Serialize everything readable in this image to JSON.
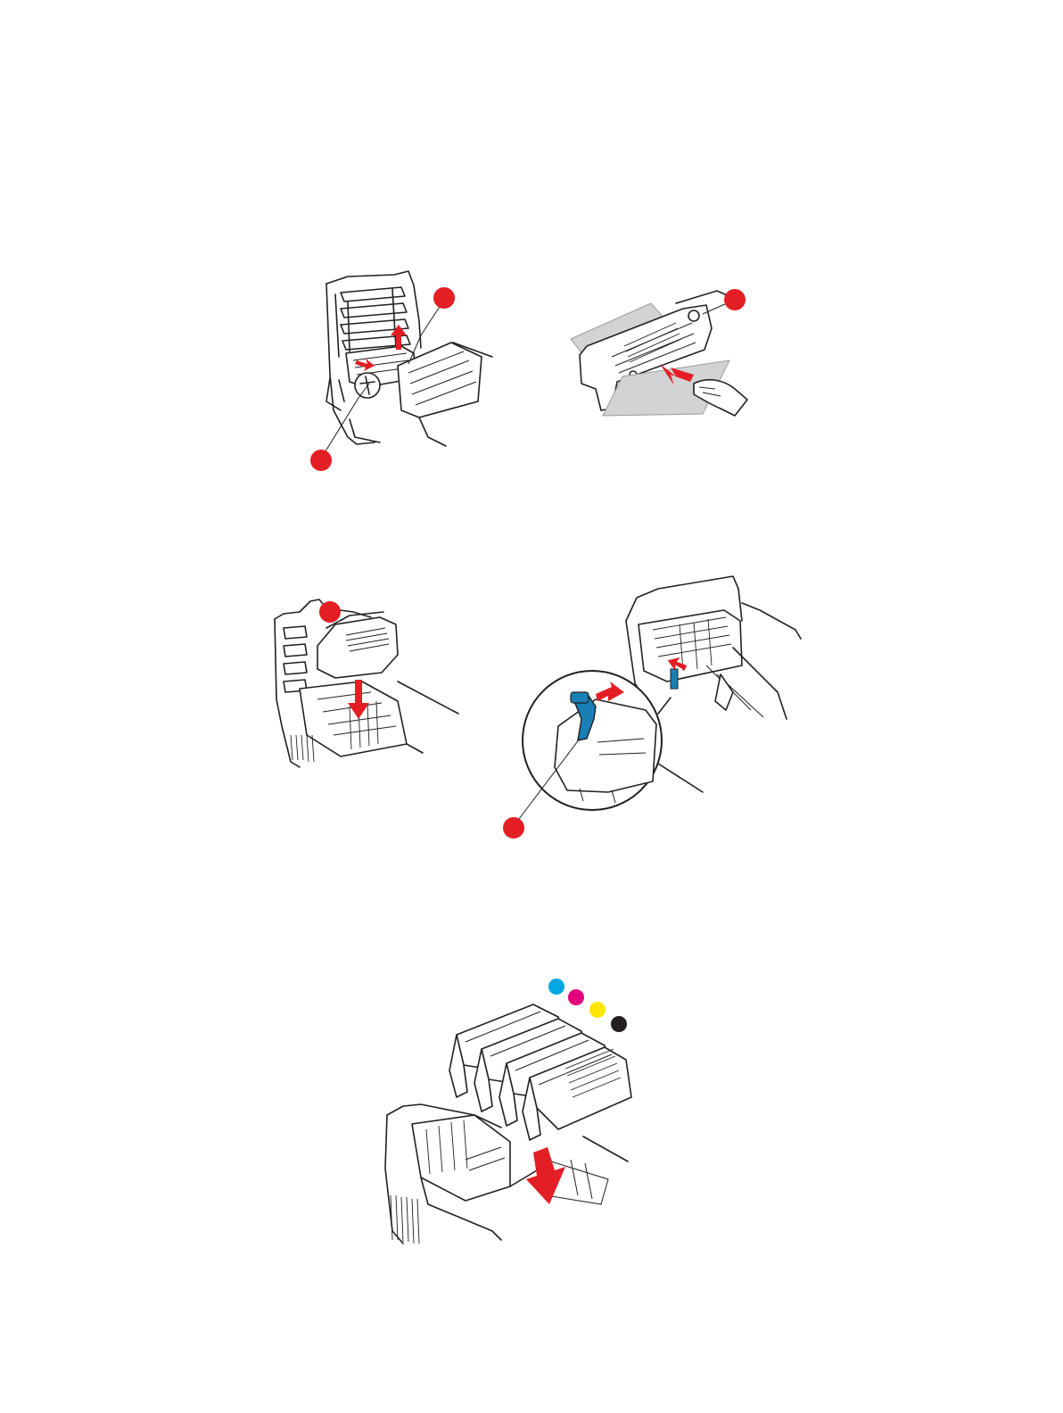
{
  "page": {
    "background": "#ffffff"
  },
  "markers": {
    "callout_color": "#e31e24",
    "arrow_color": "#e31e24",
    "lever_color": "#1a7fb5"
  },
  "toner_colors": {
    "cyan": "#00a8e1",
    "magenta": "#e4007c",
    "yellow": "#ffe600",
    "black": "#231f20"
  },
  "illustrations": [
    {
      "id": "fuser-release-levers",
      "icons": [
        "printer-open-icon",
        "fuser-unit-icon",
        "lever-icon"
      ]
    },
    {
      "id": "remove-jammed-paper",
      "icons": [
        "fuser-unit-icon",
        "paper-sheet-icon",
        "hand-icon"
      ]
    },
    {
      "id": "reinstall-fuser",
      "icons": [
        "printer-open-icon",
        "fuser-unit-icon"
      ]
    },
    {
      "id": "lock-fuser-lever",
      "icons": [
        "printer-open-icon",
        "magnifier-icon",
        "lever-icon"
      ]
    },
    {
      "id": "reinstall-image-drums",
      "icons": [
        "image-drum-icon",
        "printer-open-icon"
      ]
    }
  ]
}
